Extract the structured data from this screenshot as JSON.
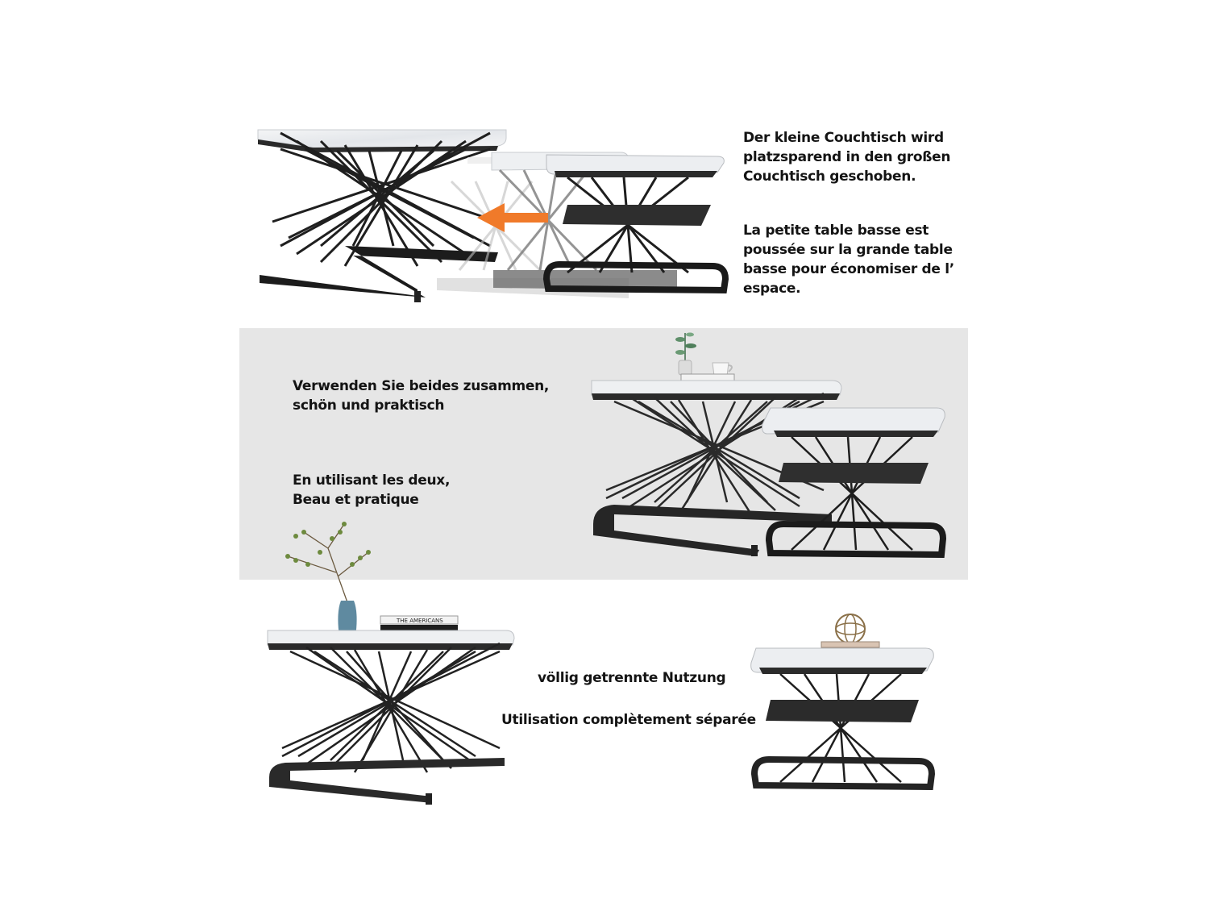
{
  "section_top": {
    "text_de": [
      "Der kleine Couchtisch wird",
      "platzsparend in den großen",
      "Couchtisch geschoben."
    ],
    "text_fr": [
      "La petite table basse est",
      "poussée sur la grande table",
      "basse pour économiser de l’",
      "espace."
    ]
  },
  "section_middle": {
    "text_de": [
      "Verwenden Sie beides zusammen,",
      "schön und praktisch"
    ],
    "text_fr": [
      "En utilisant les deux,",
      "Beau et pratique"
    ]
  },
  "section_bottom": {
    "text_de": "völlig getrennte Nutzung",
    "text_fr": "Utilisation complètement séparée",
    "book_label": "THE AMERICANS"
  },
  "colors": {
    "frame": "#1e1e1e",
    "marble": "#eceef0",
    "band": "#e6e6e6",
    "arrow": "#f07a2a"
  }
}
